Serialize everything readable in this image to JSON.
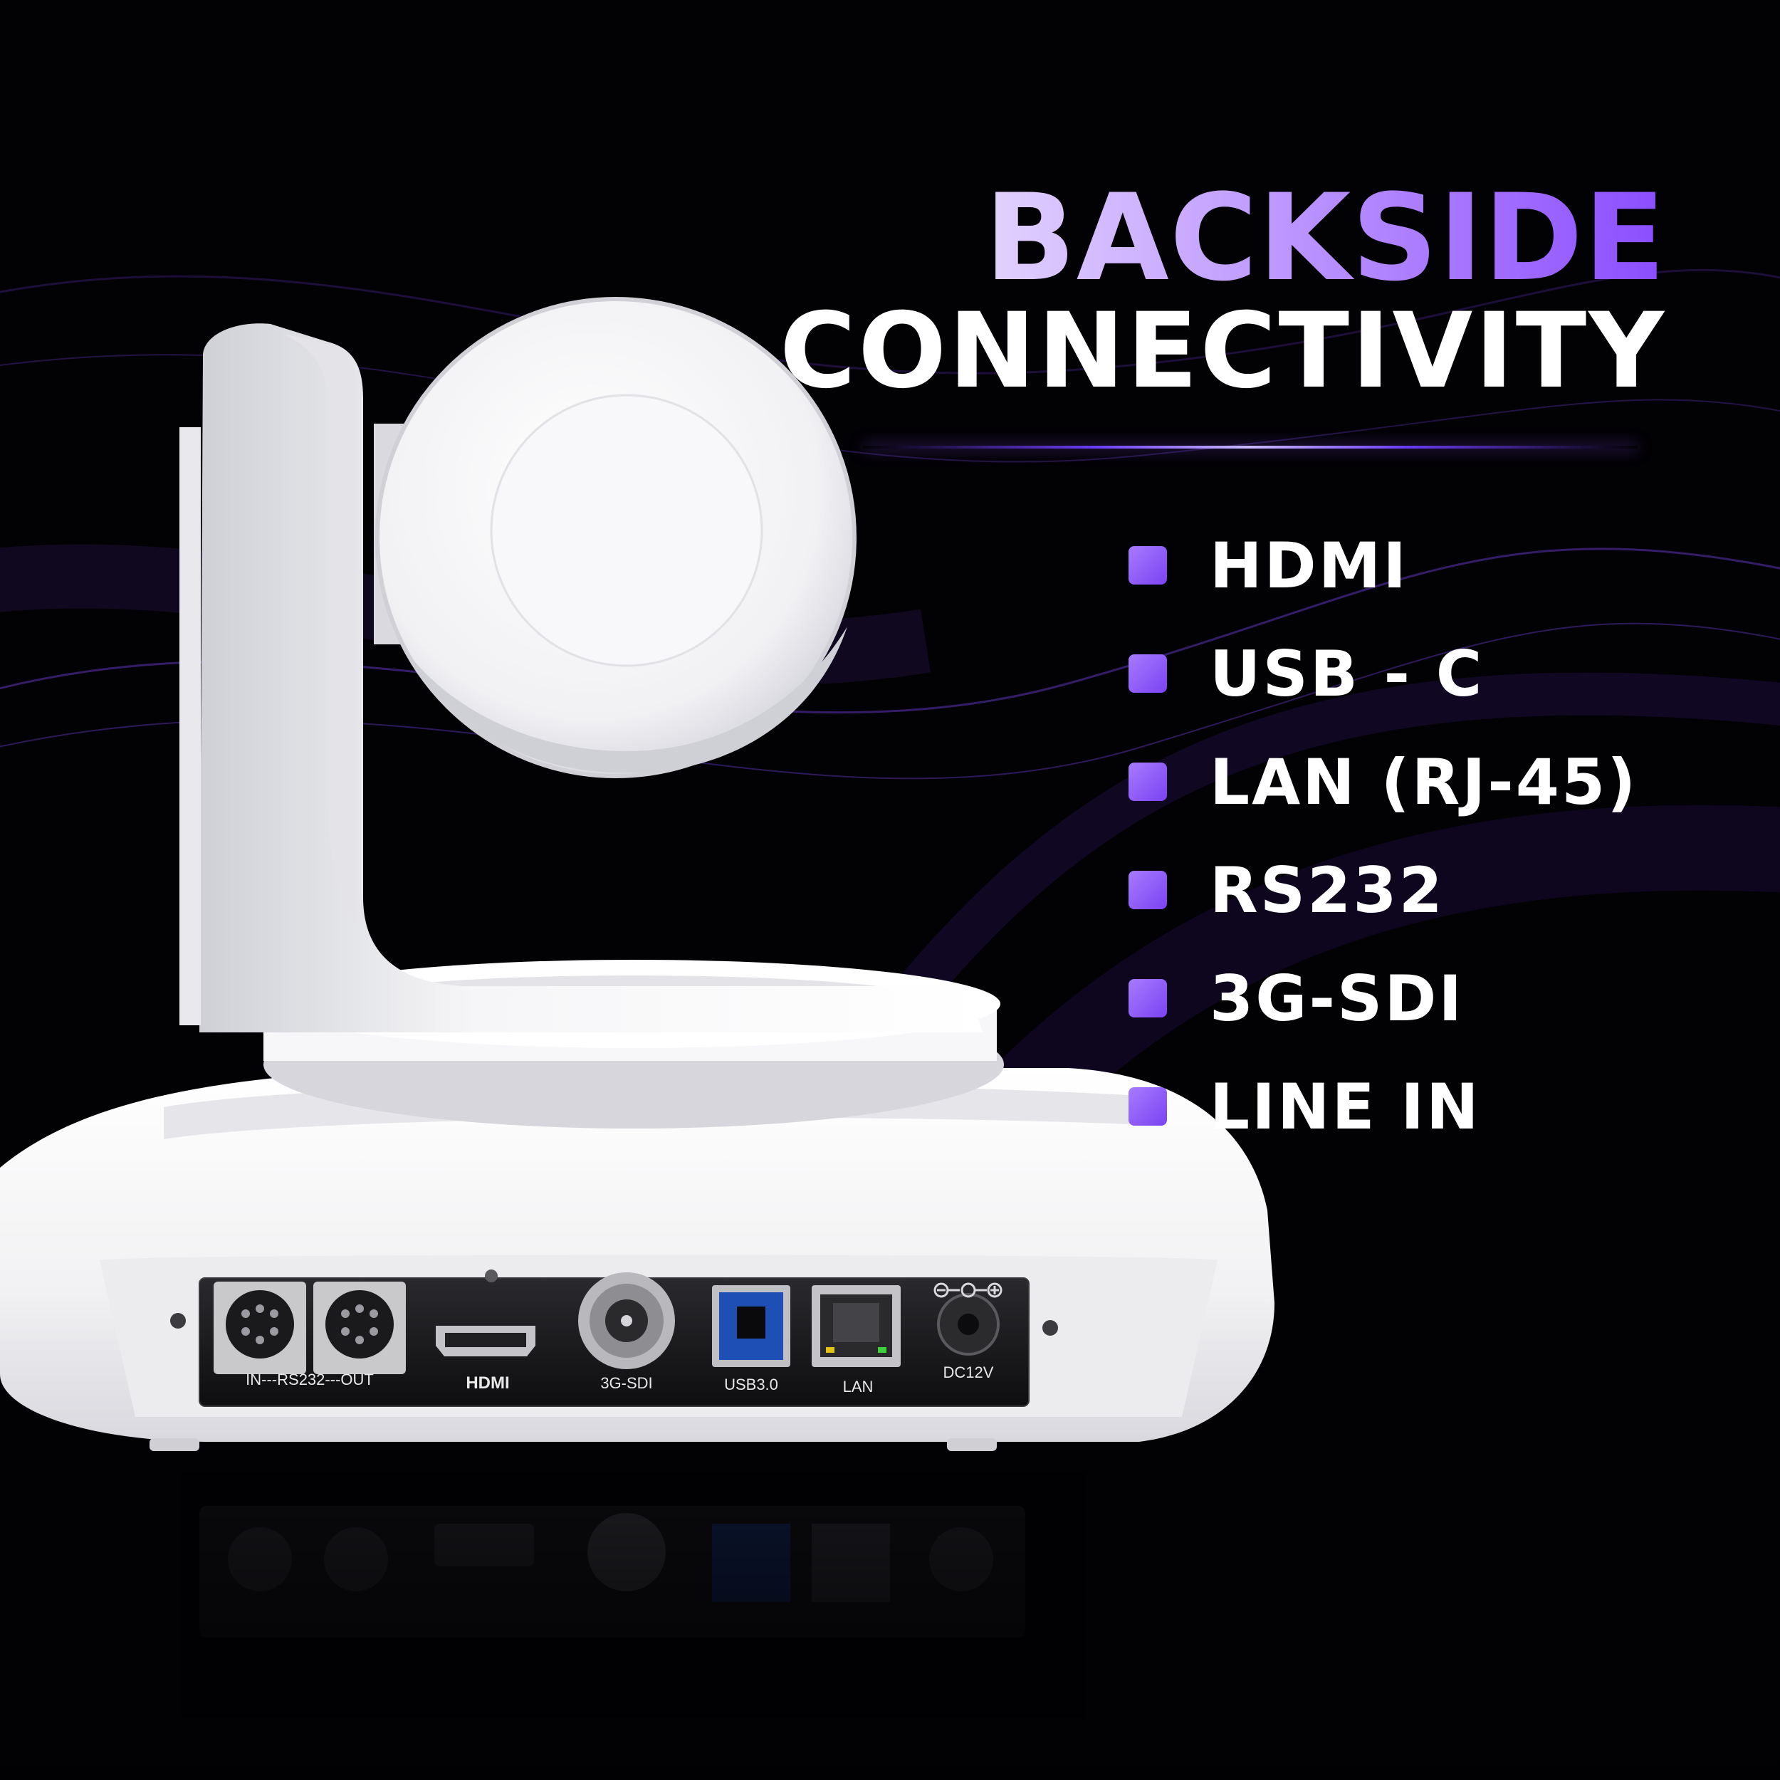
{
  "headline": {
    "line1": "BACKSIDE",
    "line2": "CONNECTIVITY"
  },
  "features": [
    "HDMI",
    "USB - C",
    "LAN (RJ-45)",
    "RS232",
    "3G-SDI",
    "LINE IN"
  ],
  "panel_labels": {
    "rs232": "IN---RS232---OUT",
    "hdmi": "HDMI",
    "sdi": "3G-SDI",
    "usb": "USB3.0",
    "lan": "LAN",
    "power": "DC12V"
  },
  "colors": {
    "background": "#020104",
    "accent": "#8b4dff",
    "accent_light": "#e2d2ff",
    "camera_body": "#f4f4f6"
  }
}
